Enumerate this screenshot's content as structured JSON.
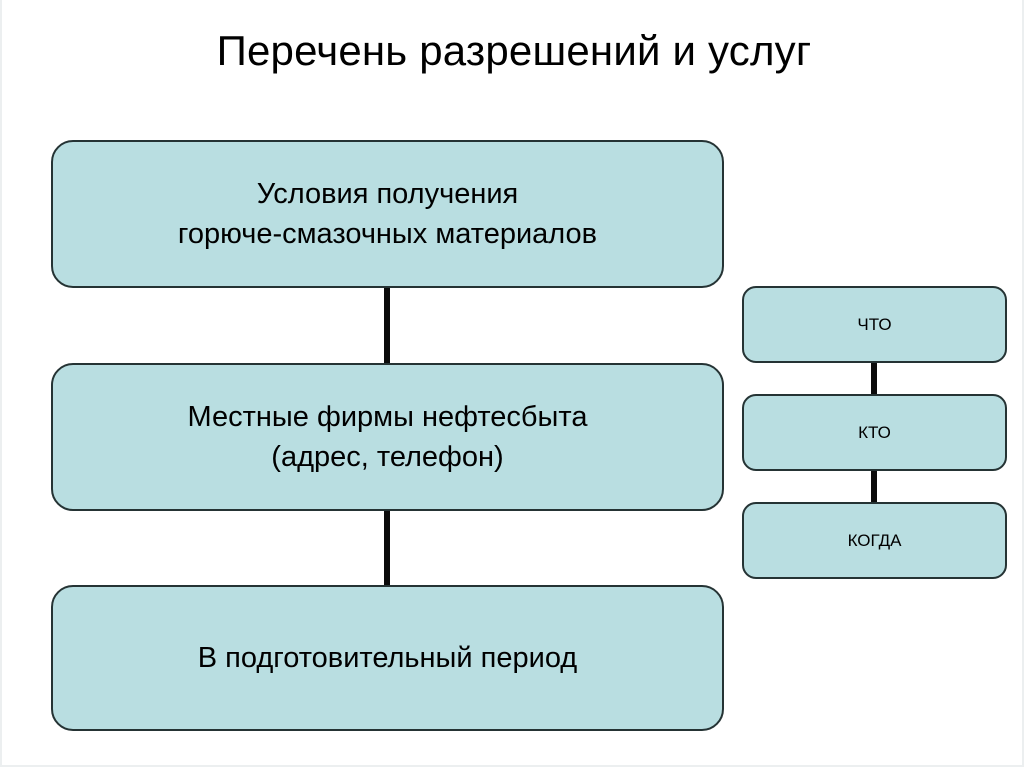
{
  "slide": {
    "title": "Перечень разрешений и услуг",
    "background_color": "#ffffff",
    "node_fill_color": "#b9dee1",
    "node_border_color": "#253334",
    "connector_color": "#0b0b0b",
    "text_color": "#000000"
  },
  "main_flow": {
    "nodes": [
      {
        "id": "conditions",
        "label": "Условия получения\nгорюче-смазочных материалов"
      },
      {
        "id": "firms",
        "label": "Местные  фирмы нефтесбыта\n(адрес, телефон)"
      },
      {
        "id": "period",
        "label": "В  подготовительный период"
      }
    ]
  },
  "side_flow": {
    "nodes": [
      {
        "id": "what",
        "label": "ЧТО"
      },
      {
        "id": "who",
        "label": "КТО"
      },
      {
        "id": "when",
        "label": "КОГДА"
      }
    ]
  }
}
